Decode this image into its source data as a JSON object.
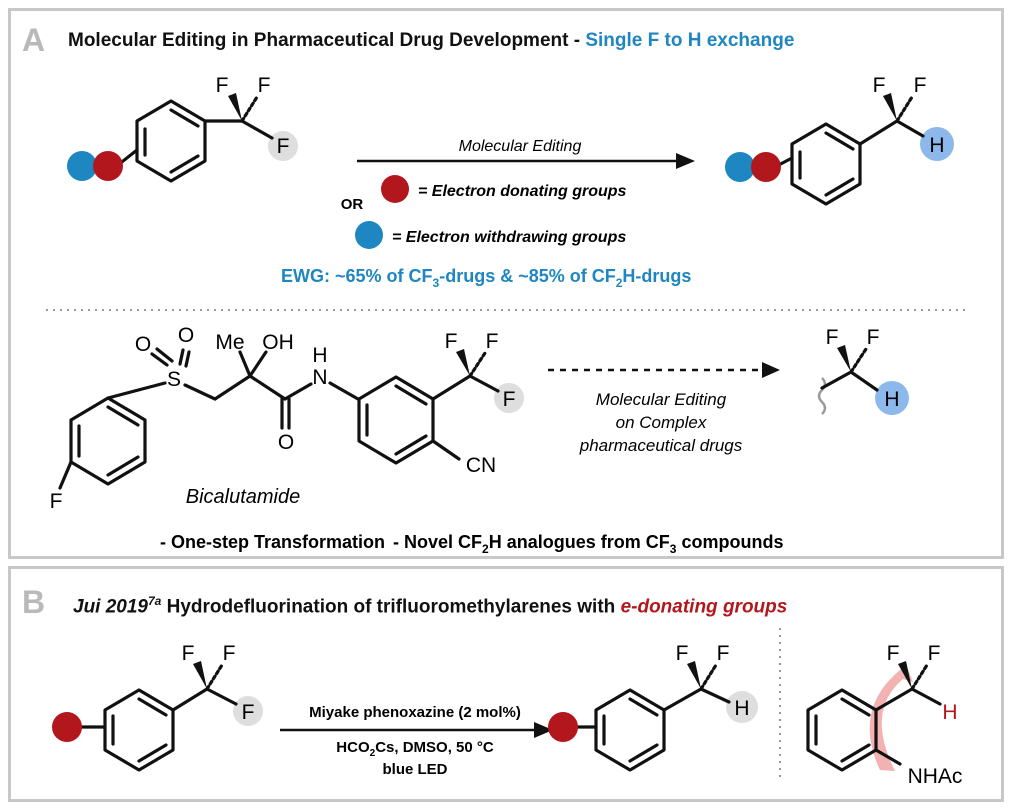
{
  "panel_a": {
    "letter": "A",
    "title": "Molecular Editing in Pharmaceutical Drug Development",
    "title_sep": " - ",
    "subtitle": "Single F to H exchange",
    "arrow_label": "Molecular Editing",
    "or_label": "OR",
    "edg_label": "= Electron donating groups",
    "ewg_label": "= Electron withdrawing groups",
    "ewg_stat_a": "EWG: ~65% of CF",
    "ewg_stat_b": "-drugs & ~85% of CF",
    "ewg_stat_c": "H-drugs",
    "sub_3": "3",
    "sub_2": "2",
    "drug_name": "Bicalutamide",
    "complex_label_1": "Molecular Editing",
    "complex_label_2": "on Complex",
    "complex_label_3": "pharmaceutical drugs",
    "footer_1": "- One-step Transformation",
    "footer_2": "- Novel CF",
    "footer_3": "H analogues from CF",
    "footer_4": " compounds",
    "atoms": {
      "F": "F",
      "H": "H",
      "O": "O",
      "S": "S",
      "N": "N",
      "CN": "CN",
      "OH": "OH",
      "Me": "Me"
    }
  },
  "panel_b": {
    "letter": "B",
    "cite": "Jui 2019",
    "cite_sup": "7a",
    "title": " Hydrodefluorination of trifluoromethylarenes with ",
    "title_red": "e-donating  groups",
    "reagent_1": "Miyake phenoxazine (2 mol%)",
    "reagent_2a": "HCO",
    "reagent_2b": "2",
    "reagent_2c": "Cs, DMSO, 50 °C",
    "reagent_3": "blue LED",
    "nhac": "NHAc"
  },
  "colors": {
    "edg": "#b2171d",
    "ewg": "#1e86c0",
    "highlight_h": "#8db8ec",
    "highlight_f": "#dedede",
    "panel_border": "#c8c8c8",
    "arc": "#f0a5a5"
  }
}
